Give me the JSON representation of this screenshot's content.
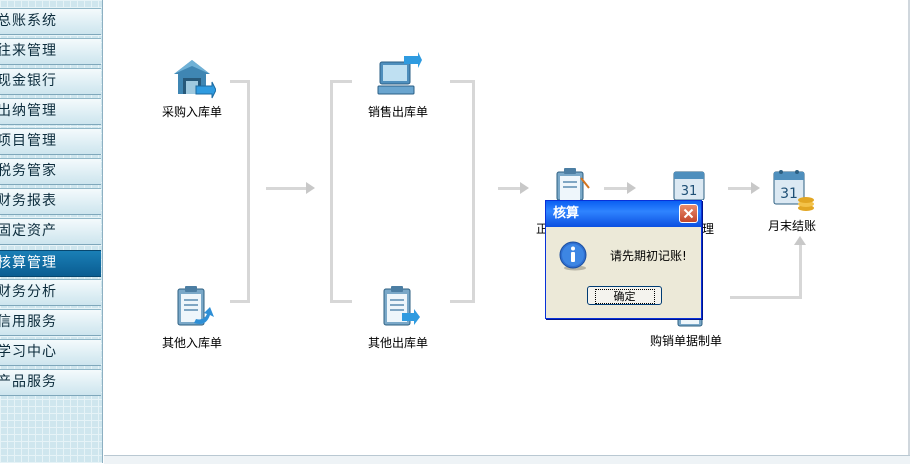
{
  "sidebar": {
    "items": [
      {
        "label": "总账系统",
        "active": false
      },
      {
        "label": "往来管理",
        "active": false
      },
      {
        "label": "现金银行",
        "active": false
      },
      {
        "label": "出纳管理",
        "active": false
      },
      {
        "label": "项目管理",
        "active": false
      },
      {
        "label": "税务管家",
        "active": false
      },
      {
        "label": "财务报表",
        "active": false
      },
      {
        "label": "固定资产",
        "active": false
      },
      {
        "label": "核算管理",
        "active": true
      },
      {
        "label": "财务分析",
        "active": false
      },
      {
        "label": "信用服务",
        "active": false
      },
      {
        "label": "学习中心",
        "active": false
      },
      {
        "label": "产品服务",
        "active": false
      }
    ]
  },
  "flow": {
    "nodes": {
      "purchase_in": "采购入库单",
      "other_in": "其他入库单",
      "sales_out": "销售出库单",
      "other_out": "其他出库单",
      "purchase_sales_voucher": "购销单据制单",
      "month_end": "月末结账"
    },
    "partial_labels": {
      "left_fragment": "正",
      "right_fragment": "理"
    }
  },
  "dialog": {
    "title": "核算",
    "message": "请先期初记账!",
    "ok_label": "确定",
    "icon": "info-icon"
  },
  "colors": {
    "dialog_title_blue": "#0a5ff2",
    "sidebar_active": "#0a5d92",
    "flow_line": "#d7d7d7"
  }
}
